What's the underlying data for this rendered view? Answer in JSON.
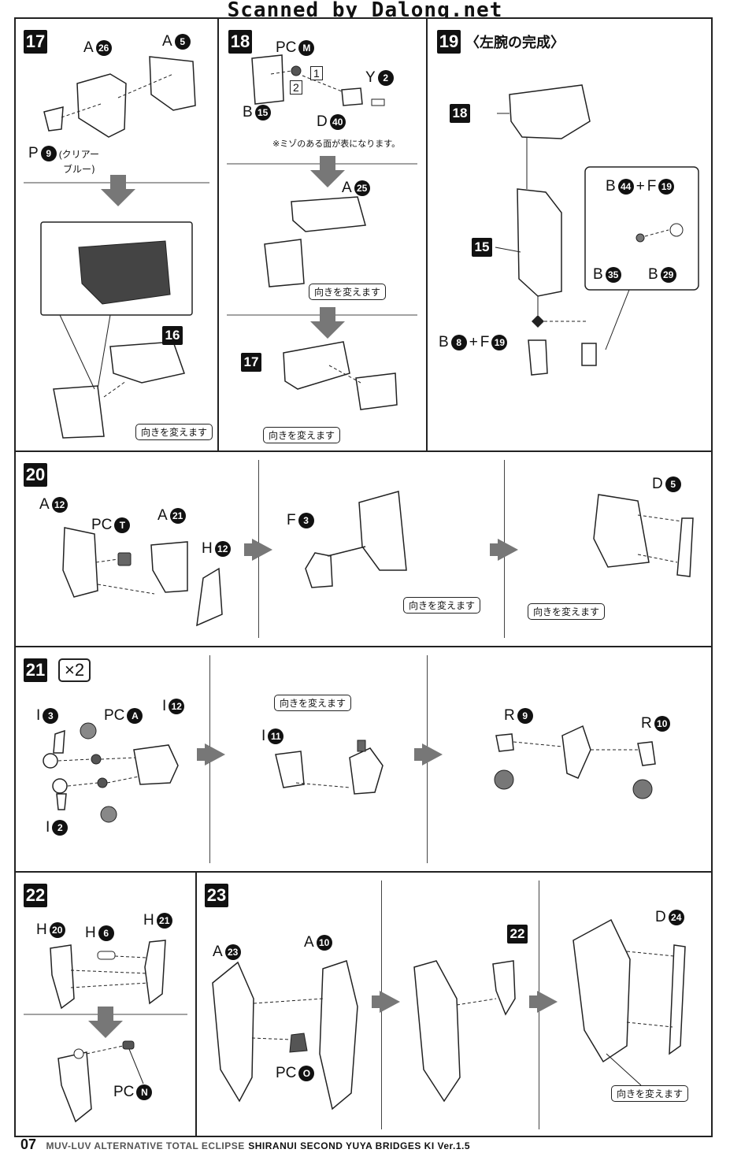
{
  "header": {
    "watermark": "Scanned by Dalong.net"
  },
  "footer": {
    "page_number": "07",
    "series": "MUV-LUV ALTERNATIVE TOTAL ECLIPSE",
    "product": "SHIRANUI SECOND YUYA BRIDGES KI Ver.1.5"
  },
  "turn_over": "向きを変えます",
  "steps": {
    "s17": {
      "num": "17",
      "a26": "A",
      "a26n": "26",
      "a5": "A",
      "a5n": "5",
      "p9": "P",
      "p9n": "9",
      "p9note": "(クリアー",
      "p9note2": "ブルー)",
      "ref16": "16"
    },
    "s18": {
      "num": "18",
      "pcm": "PC",
      "pcmn": "M",
      "y2": "Y",
      "y2n": "2",
      "b15": "B",
      "b15n": "15",
      "d40": "D",
      "d40n": "40",
      "s1": "1",
      "s2": "2",
      "note": "※ミゾのある面が表になります。",
      "a25": "A",
      "a25n": "25",
      "ref17": "17"
    },
    "s19": {
      "num": "19",
      "title": "〈左腕の完成〉",
      "ref18": "18",
      "ref15": "15",
      "b44": "B",
      "b44n": "44",
      "plus": "+",
      "f19": "F",
      "f19n": "19",
      "b35": "B",
      "b35n": "35",
      "b29": "B",
      "b29n": "29",
      "b8": "B",
      "b8n": "8",
      "f19b": "F",
      "f19bn": "19"
    },
    "s20": {
      "num": "20",
      "a12": "A",
      "a12n": "12",
      "pct": "PC",
      "pctn": "T",
      "a21": "A",
      "a21n": "21",
      "h12": "H",
      "h12n": "12",
      "f3": "F",
      "f3n": "3",
      "d5": "D",
      "d5n": "5"
    },
    "s21": {
      "num": "21",
      "times": "×2",
      "i3": "I",
      "i3n": "3",
      "pca": "PC",
      "pcan": "A",
      "i12": "I",
      "i12n": "12",
      "i2": "I",
      "i2n": "2",
      "i11": "I",
      "i11n": "11",
      "r9": "R",
      "r9n": "9",
      "r10": "R",
      "r10n": "10"
    },
    "s22": {
      "num": "22",
      "h20": "H",
      "h20n": "20",
      "h6": "H",
      "h6n": "6",
      "h21": "H",
      "h21n": "21",
      "pcn": "PC",
      "pcnn": "N"
    },
    "s23": {
      "num": "23",
      "a23": "A",
      "a23n": "23",
      "a10": "A",
      "a10n": "10",
      "pco": "PC",
      "pcon": "O",
      "ref22": "22",
      "d24": "D",
      "d24n": "24"
    }
  }
}
